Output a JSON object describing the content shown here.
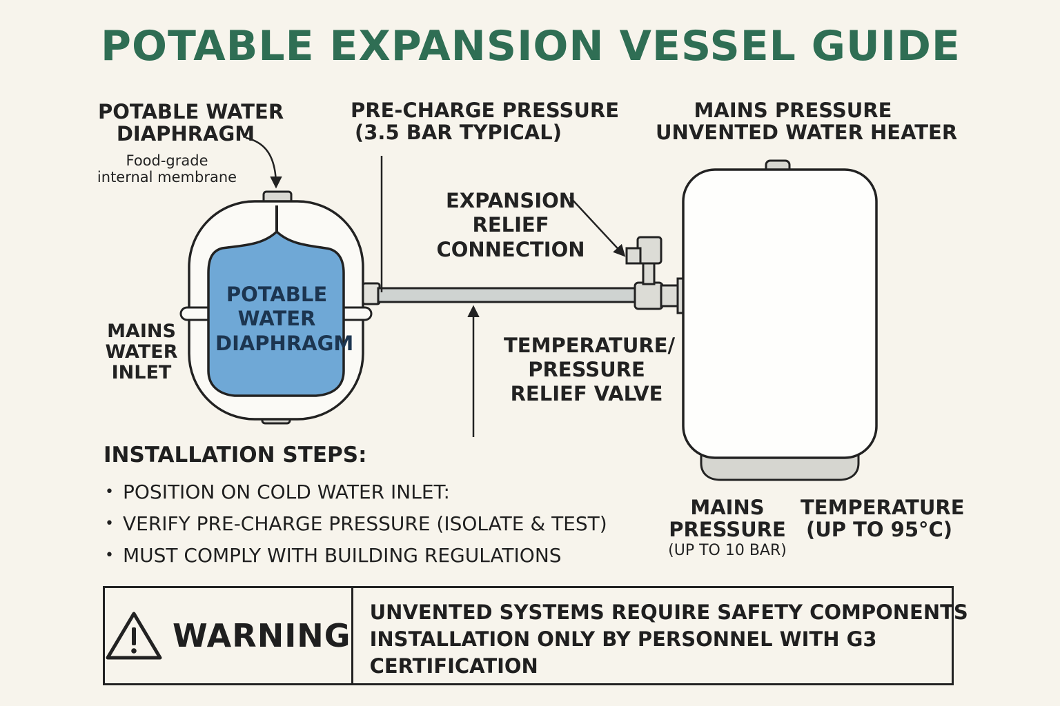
{
  "title": "POTABLE EXPANSION VESSEL GUIDE",
  "labels": {
    "diaphragm_top_line1": "POTABLE WATER",
    "diaphragm_top_line2": "DIAPHRAGM",
    "membrane_line1": "Food-grade",
    "membrane_line2": "internal membrane",
    "precharge_line1": "PRE-CHARGE PRESSURE",
    "precharge_line2": "(3.5 BAR TYPICAL)",
    "heater_line1": "MAINS PRESSURE",
    "heater_line2": "UNVENTED WATER HEATER",
    "expansion_line1": "EXPANSION",
    "expansion_line2": "RELIEF",
    "expansion_line3": "CONNECTION",
    "diaphragm_inner_line1": "POTABLE",
    "diaphragm_inner_line2": "WATER",
    "diaphragm_inner_line3": "DIAPHRAGM",
    "inlet_line1": "MAINS",
    "inlet_line2": "WATER",
    "inlet_line3": "INLET",
    "tprv_line1": "TEMPERATURE/",
    "tprv_line2": "PRESSURE",
    "tprv_line3": "RELIEF VALVE",
    "mains_pressure_line1": "MAINS",
    "mains_pressure_line2": "PRESSURE",
    "mains_pressure_line3": "(UP TO 10 BAR)",
    "temperature_line1": "TEMPERATURE",
    "temperature_line2": "(UP TO 95°C)"
  },
  "installation": {
    "heading": "INSTALLATION STEPS:",
    "bullet": "•",
    "steps": [
      "POSITION ON COLD WATER INLET:",
      "VERIFY PRE-CHARGE PRESSURE (ISOLATE & TEST)",
      "MUST COMPLY WITH BUILDING REGULATIONS"
    ]
  },
  "warning": {
    "label": "WARNING",
    "lines": [
      "UNVENTED SYSTEMS REQUIRE SAFETY COMPONENTS",
      "INSTALLATION ONLY BY PERSONNEL WITH G3",
      "CERTIFICATION"
    ]
  },
  "icons": {
    "warning": "warning-triangle-icon"
  },
  "colors": {
    "title": "#2f6e54",
    "diaphragm_fill": "#6fa8d6",
    "background": "#f7f4ec",
    "outline": "#222222"
  }
}
